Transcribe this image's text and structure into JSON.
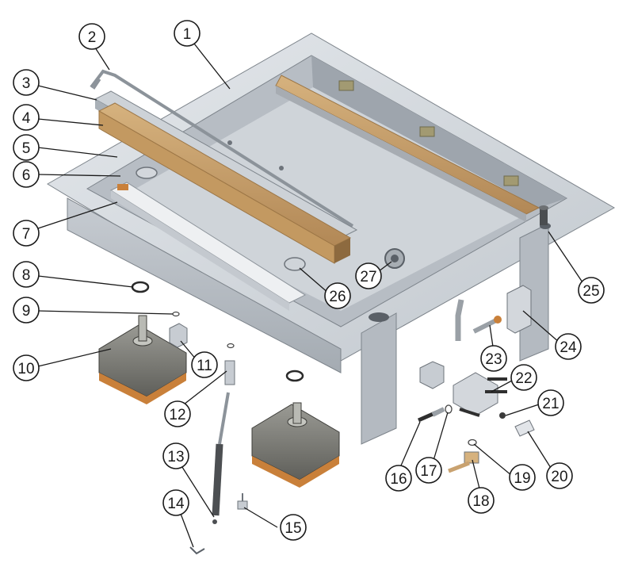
{
  "diagram": {
    "colors": {
      "steel_light": "#d9dde2",
      "steel_mid": "#b9bfc6",
      "steel_dark": "#8f969e",
      "wood": "#c9a270",
      "wood_dark": "#9c7646",
      "olive": "#a29a72",
      "cylinder_body": "#8a8a86",
      "cylinder_orange": "#c9803a",
      "outline": "#6e747b"
    },
    "callouts": [
      {
        "label": "1"
      },
      {
        "label": "2"
      },
      {
        "label": "3"
      },
      {
        "label": "4"
      },
      {
        "label": "5"
      },
      {
        "label": "6"
      },
      {
        "label": "7"
      },
      {
        "label": "8"
      },
      {
        "label": "9"
      },
      {
        "label": "10"
      },
      {
        "label": "11"
      },
      {
        "label": "12"
      },
      {
        "label": "13"
      },
      {
        "label": "14"
      },
      {
        "label": "15"
      },
      {
        "label": "16"
      },
      {
        "label": "17"
      },
      {
        "label": "18"
      },
      {
        "label": "19"
      },
      {
        "label": "20"
      },
      {
        "label": "21"
      },
      {
        "label": "22"
      },
      {
        "label": "23"
      },
      {
        "label": "24"
      },
      {
        "label": "25"
      },
      {
        "label": "26"
      },
      {
        "label": "27"
      }
    ]
  }
}
